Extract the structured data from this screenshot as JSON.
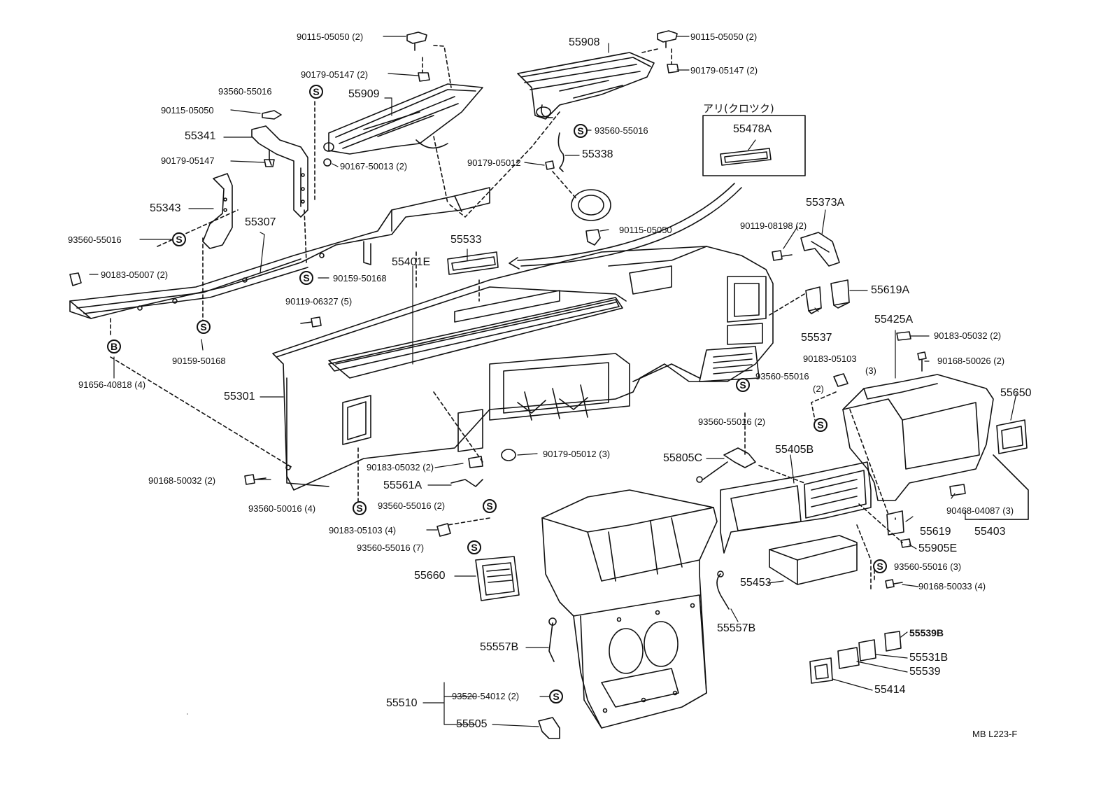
{
  "note_title": "アリ(クロツク)",
  "drawing_code": "MB  L223-F",
  "symbols": {
    "s": "S",
    "b": "B"
  },
  "parts": {
    "p90115_05050_2_a": "90115-05050 (2)",
    "p90115_05050_2_b": "90115-05050 (2)",
    "p55908": "55908",
    "p90179_05147_2_a": "90179-05147 (2)",
    "p90179_05147_2_b": "90179-05147 (2)",
    "p93560_55016_a": "93560-55016",
    "p55909": "55909",
    "p90115_05050_a": "90115-05050",
    "p55341": "55341",
    "p90179_05147": "90179-05147",
    "p90167_50013_2": "90167-50013 (2)",
    "p93560_55016_b": "93560-55016",
    "p55338": "55338",
    "p90179_05012": "90179-05012",
    "p55478A": "55478A",
    "p55343": "55343",
    "p55307": "55307",
    "p93560_55016_c": "93560-55016",
    "p90115_05050_b": "90115-05050",
    "p55373A": "55373A",
    "p90119_08198_2": "90119-08198 (2)",
    "p55533": "55533",
    "p55401E": "55401E",
    "p90183_05007_2": "90183-05007 (2)",
    "p90159_50168_a": "90159-50168",
    "p90119_06327_5": "90119-06327 (5)",
    "p55619A": "55619A",
    "p55537": "55537",
    "p55425A": "55425A",
    "p90183_05032_2_a": "90183-05032 (2)",
    "p90159_50168_b": "90159-50168",
    "p90183_05103": "90183-05103",
    "p_3": "(3)",
    "p90168_50026_2": "90168-50026 (2)",
    "p91656_40818_4": "91656-40818 (4)",
    "p93560_55016_d": "93560-55016",
    "p_2": "(2)",
    "p55301": "55301",
    "p55650": "55650",
    "p93560_55016_2_a": "93560-55016 (2)",
    "p90179_05012_3": "90179-05012 (3)",
    "p55805C": "55805C",
    "p55405B": "55405B",
    "p90168_50032_2": "90168-50032 (2)",
    "p90183_05032_2_b": "90183-05032 (2)",
    "p55561A": "55561A",
    "p93560_50016_4": "93560-50016 (4)",
    "p93560_55016_2_b": "93560-55016 (2)",
    "p90468_04087_3": "90468-04087 (3)",
    "p55619": "55619",
    "p55403": "55403",
    "p90183_05103_4": "90183-05103 (4)",
    "p55905E": "55905E",
    "p93560_55016_7": "93560-55016 (7)",
    "p93560_55016_3": "93560-55016 (3)",
    "p55660": "55660",
    "p55453": "55453",
    "p90168_50033_4": "90168-50033 (4)",
    "p55557B_a": "55557B",
    "p55557B_b": "55557B",
    "p55539B": "55539B",
    "p55531B": "55531B",
    "p55539": "55539",
    "p55414": "55414",
    "p55510": "55510",
    "p93520_54012_2": "93520-54012 (2)",
    "p55505": "55505"
  }
}
